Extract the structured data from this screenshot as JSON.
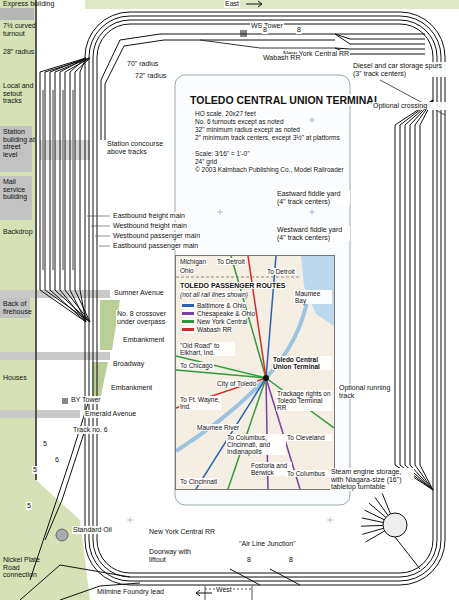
{
  "diagram": {
    "title": "TOLEDO CENTRAL UNION TERMINAL",
    "nodes": [
      {
        "text": [
          "TOLEDO PASSENGER ROUTES",
          "(not all rail lines shown)"
        ]
      }
    ],
    "labels": [
      "East",
      "Express building",
      "7½ curved turnout",
      "28\" radius",
      "Local and setout tracks",
      "Station building at street level",
      "Mail service building",
      "Backdrop",
      "Back of firehouse",
      "Houses",
      "70\" radius",
      "72\" radius",
      "WS Tower",
      "New York Central RR",
      "Wabash RR",
      "Diesel and car storage spurs (3\" track centers)",
      "Optional crossing",
      "Station concourse above tracks",
      "HO scale, 20x27 feet",
      "No. 6 turnouts except as noted",
      "32\" minimum radius except as noted",
      "2\" minimum track centers, except 3½\" at platforms",
      "Scale: 3⁄16\" = 1'-0\"",
      "24\" grid",
      "© 2003 Kalmbach Publishing Co., Model Railroader",
      "Eastbound freight main",
      "Westbound freight main",
      "Westbound passenger main",
      "Eastbound passenger main",
      "Sumner Avenue",
      "No. 8 crossover under overpass",
      "Embankment",
      "Broadway",
      "Embankment",
      "BY Tower",
      "Emerald Avenue",
      "Track no. 6",
      "Standard Oil",
      "New York Central RR",
      "\"Air Line Junction\"",
      "Doorway with liftout",
      "West",
      "Nickel Plate Road connection",
      "Milmine Foundry lead",
      "Eastward fiddle yard (4\" track centers)",
      "Westward fiddle yard (4\" track centers)",
      "Optional running track",
      "Steam engine storage, with Niagara-size (16\") tabletop turntable",
      "8",
      "8",
      "5",
      "5",
      "6",
      "8",
      "8",
      "5",
      "Michigan",
      "Ohio",
      "To Detroit",
      "To Detroit",
      "Maumee Bay",
      "\"Old Road\" to Elkhart, Ind.",
      "To Chicago",
      "City of Toledo",
      "Toledo Central Union Terminal",
      "Trackage rights on Toledo Terminal RR",
      "To Ft. Wayne, Ind.",
      "Maumee River",
      "To Columbus, Cincinnati, and Indianapolis",
      "To Cleveland",
      "Fostoria and Berwick",
      "To Columbus",
      "To Cincinnati"
    ],
    "legend": [
      {
        "text": "Baltimore & Ohio",
        "color": "#2b5fb8"
      },
      {
        "text": "Chesapeake & Ohio",
        "color": "#7a3fa0"
      },
      {
        "text": "New York Central",
        "color": "#2e9a3a"
      },
      {
        "text": "Wabash RR",
        "color": "#d62a2a"
      }
    ]
  }
}
